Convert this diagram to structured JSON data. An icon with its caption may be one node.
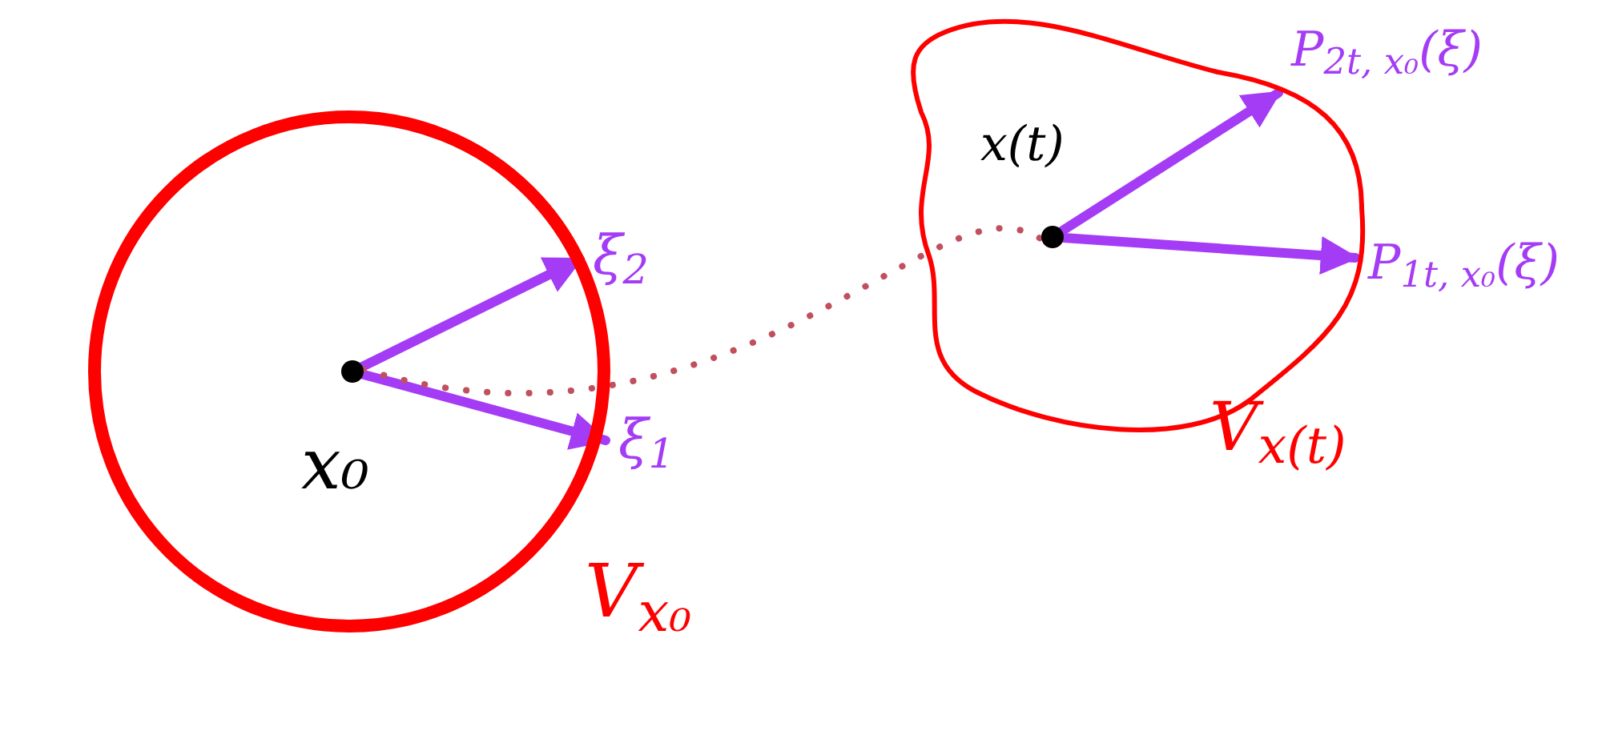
{
  "diagram": {
    "nodes": [
      {
        "text": [],
        "shape": "circle",
        "beside": [
          "V$_{x₀}$"
        ]
      },
      {
        "text": [],
        "shape": "circle",
        "in": 0,
        "beside": [
          "x₀"
        ]
      },
      {
        "text": [
          "ξ$_{2}$"
        ]
      },
      {
        "text": [
          "ξ$_{1}$"
        ]
      },
      {
        "text": [],
        "shape": "cloud",
        "beside": [
          "V$_{x(t)}$"
        ]
      },
      {
        "text": [],
        "shape": "circle",
        "in": 4,
        "beside": [
          "x(t)"
        ]
      },
      {
        "text": [
          "P$_{2t, x₀}$(ξ)"
        ]
      },
      {
        "text": [
          "P$_{1t, x₀}$(ξ)"
        ]
      }
    ],
    "edges": [
      {
        "from": 1,
        "to": 2,
        "arrow": "to"
      },
      {
        "from": 1,
        "to": 3,
        "arrow": "to"
      },
      {
        "from": 1,
        "to": 5,
        "arrow": "none",
        "style": "dashed",
        "color": "#c0505e"
      },
      {
        "from": 5,
        "to": 6,
        "arrow": "to"
      },
      {
        "from": 5,
        "to": 7,
        "arrow": "to"
      }
    ]
  }
}
